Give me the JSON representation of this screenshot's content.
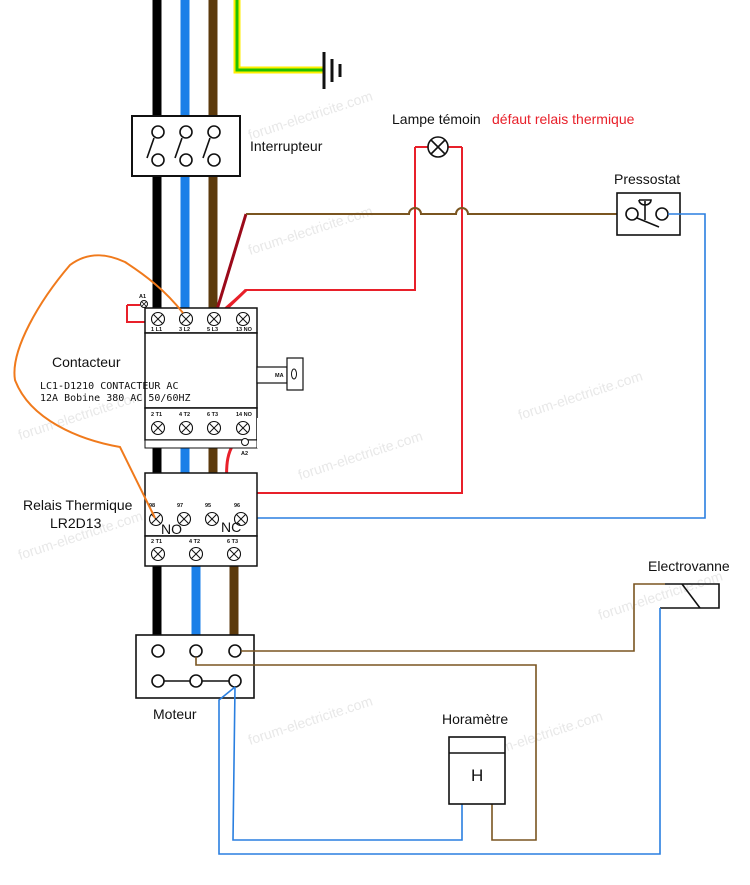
{
  "watermark": "forum-electricite.com",
  "colors": {
    "phase1": "#000000",
    "phase2": "#1a7fe8",
    "phase3": "#5c3a0c",
    "earth_green": "#22c000",
    "earth_yellow": "#ffee00",
    "control_red": "#e8202a",
    "control_darkred": "#9b0a1a",
    "orange_wire": "#f07a1c",
    "blue_wire": "#2a7fe0",
    "brown_wire": "#7a5520"
  },
  "labels": {
    "interrupteur": "Interrupteur",
    "lampe": "Lampe témoin",
    "lampe_defaut": "défaut  relais thermique",
    "pressostat": "Pressostat",
    "contacteur": "Contacteur",
    "contacteur_ref_line1": "LC1-D1210 CONTACTEUR AC",
    "contacteur_ref_line2": "12A Bobine 380 AC 50/60HZ",
    "relais_line1": "Relais Thermique",
    "relais_line2": "LR2D13",
    "electrovanne": "Electrovanne",
    "moteur": "Moteur",
    "horametre": "Horamètre",
    "horametre_symbol": "H",
    "no_label": "NO",
    "nc_label": "NC",
    "ma_label": "MA"
  },
  "contactor_terminals": {
    "top": [
      "1  L1",
      "3  L2",
      "5  L3",
      "13  NO"
    ],
    "bottom": [
      "2  T1",
      "4  T2",
      "6  T3",
      "14  NO"
    ],
    "coil_a1": "A1",
    "coil_a2": "A2"
  },
  "relay_terminals": {
    "aux": [
      "98",
      "97",
      "95",
      "96"
    ],
    "bottom": [
      "2  T1",
      "4  T2",
      "6  T3"
    ]
  }
}
